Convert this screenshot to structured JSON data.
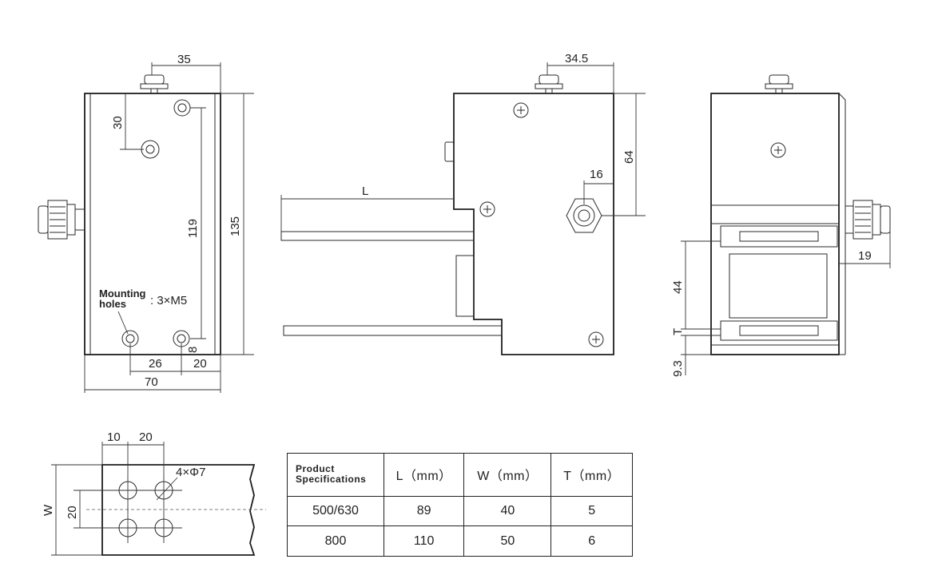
{
  "front_view": {
    "dim_width_top": "35",
    "dim_hole_offset": "30",
    "dim_hole_spacing": "119",
    "dim_height": "135",
    "mounting_label_line1": "Mounting",
    "mounting_label_line2": "holes",
    "mounting_label_value": ": 3×M5",
    "dim_bottom_offset": "8",
    "dim_hole_pitch": "26",
    "dim_edge": "20",
    "dim_total_width": "70"
  },
  "side_view": {
    "dim_top": "34.5",
    "dim_right_height": "64",
    "dim_gland": "16",
    "dim_length": "L"
  },
  "end_view": {
    "dim_gland": "19",
    "dim_slot": "44",
    "dim_T": "T",
    "dim_bottom": "9.3"
  },
  "hole_pattern": {
    "dim_a": "10",
    "dim_b": "20",
    "holes_label": "4×Φ7",
    "dim_pitch": "20",
    "dim_W": "W"
  },
  "spec_table": {
    "headers": [
      "Product Specifications",
      "L（mm）",
      "W（mm）",
      "T（mm）"
    ],
    "header_first_line1": "Product",
    "header_first_line2": "Specifications",
    "rows": [
      [
        "500/630",
        "89",
        "40",
        "5"
      ],
      [
        "800",
        "110",
        "50",
        "6"
      ]
    ]
  }
}
